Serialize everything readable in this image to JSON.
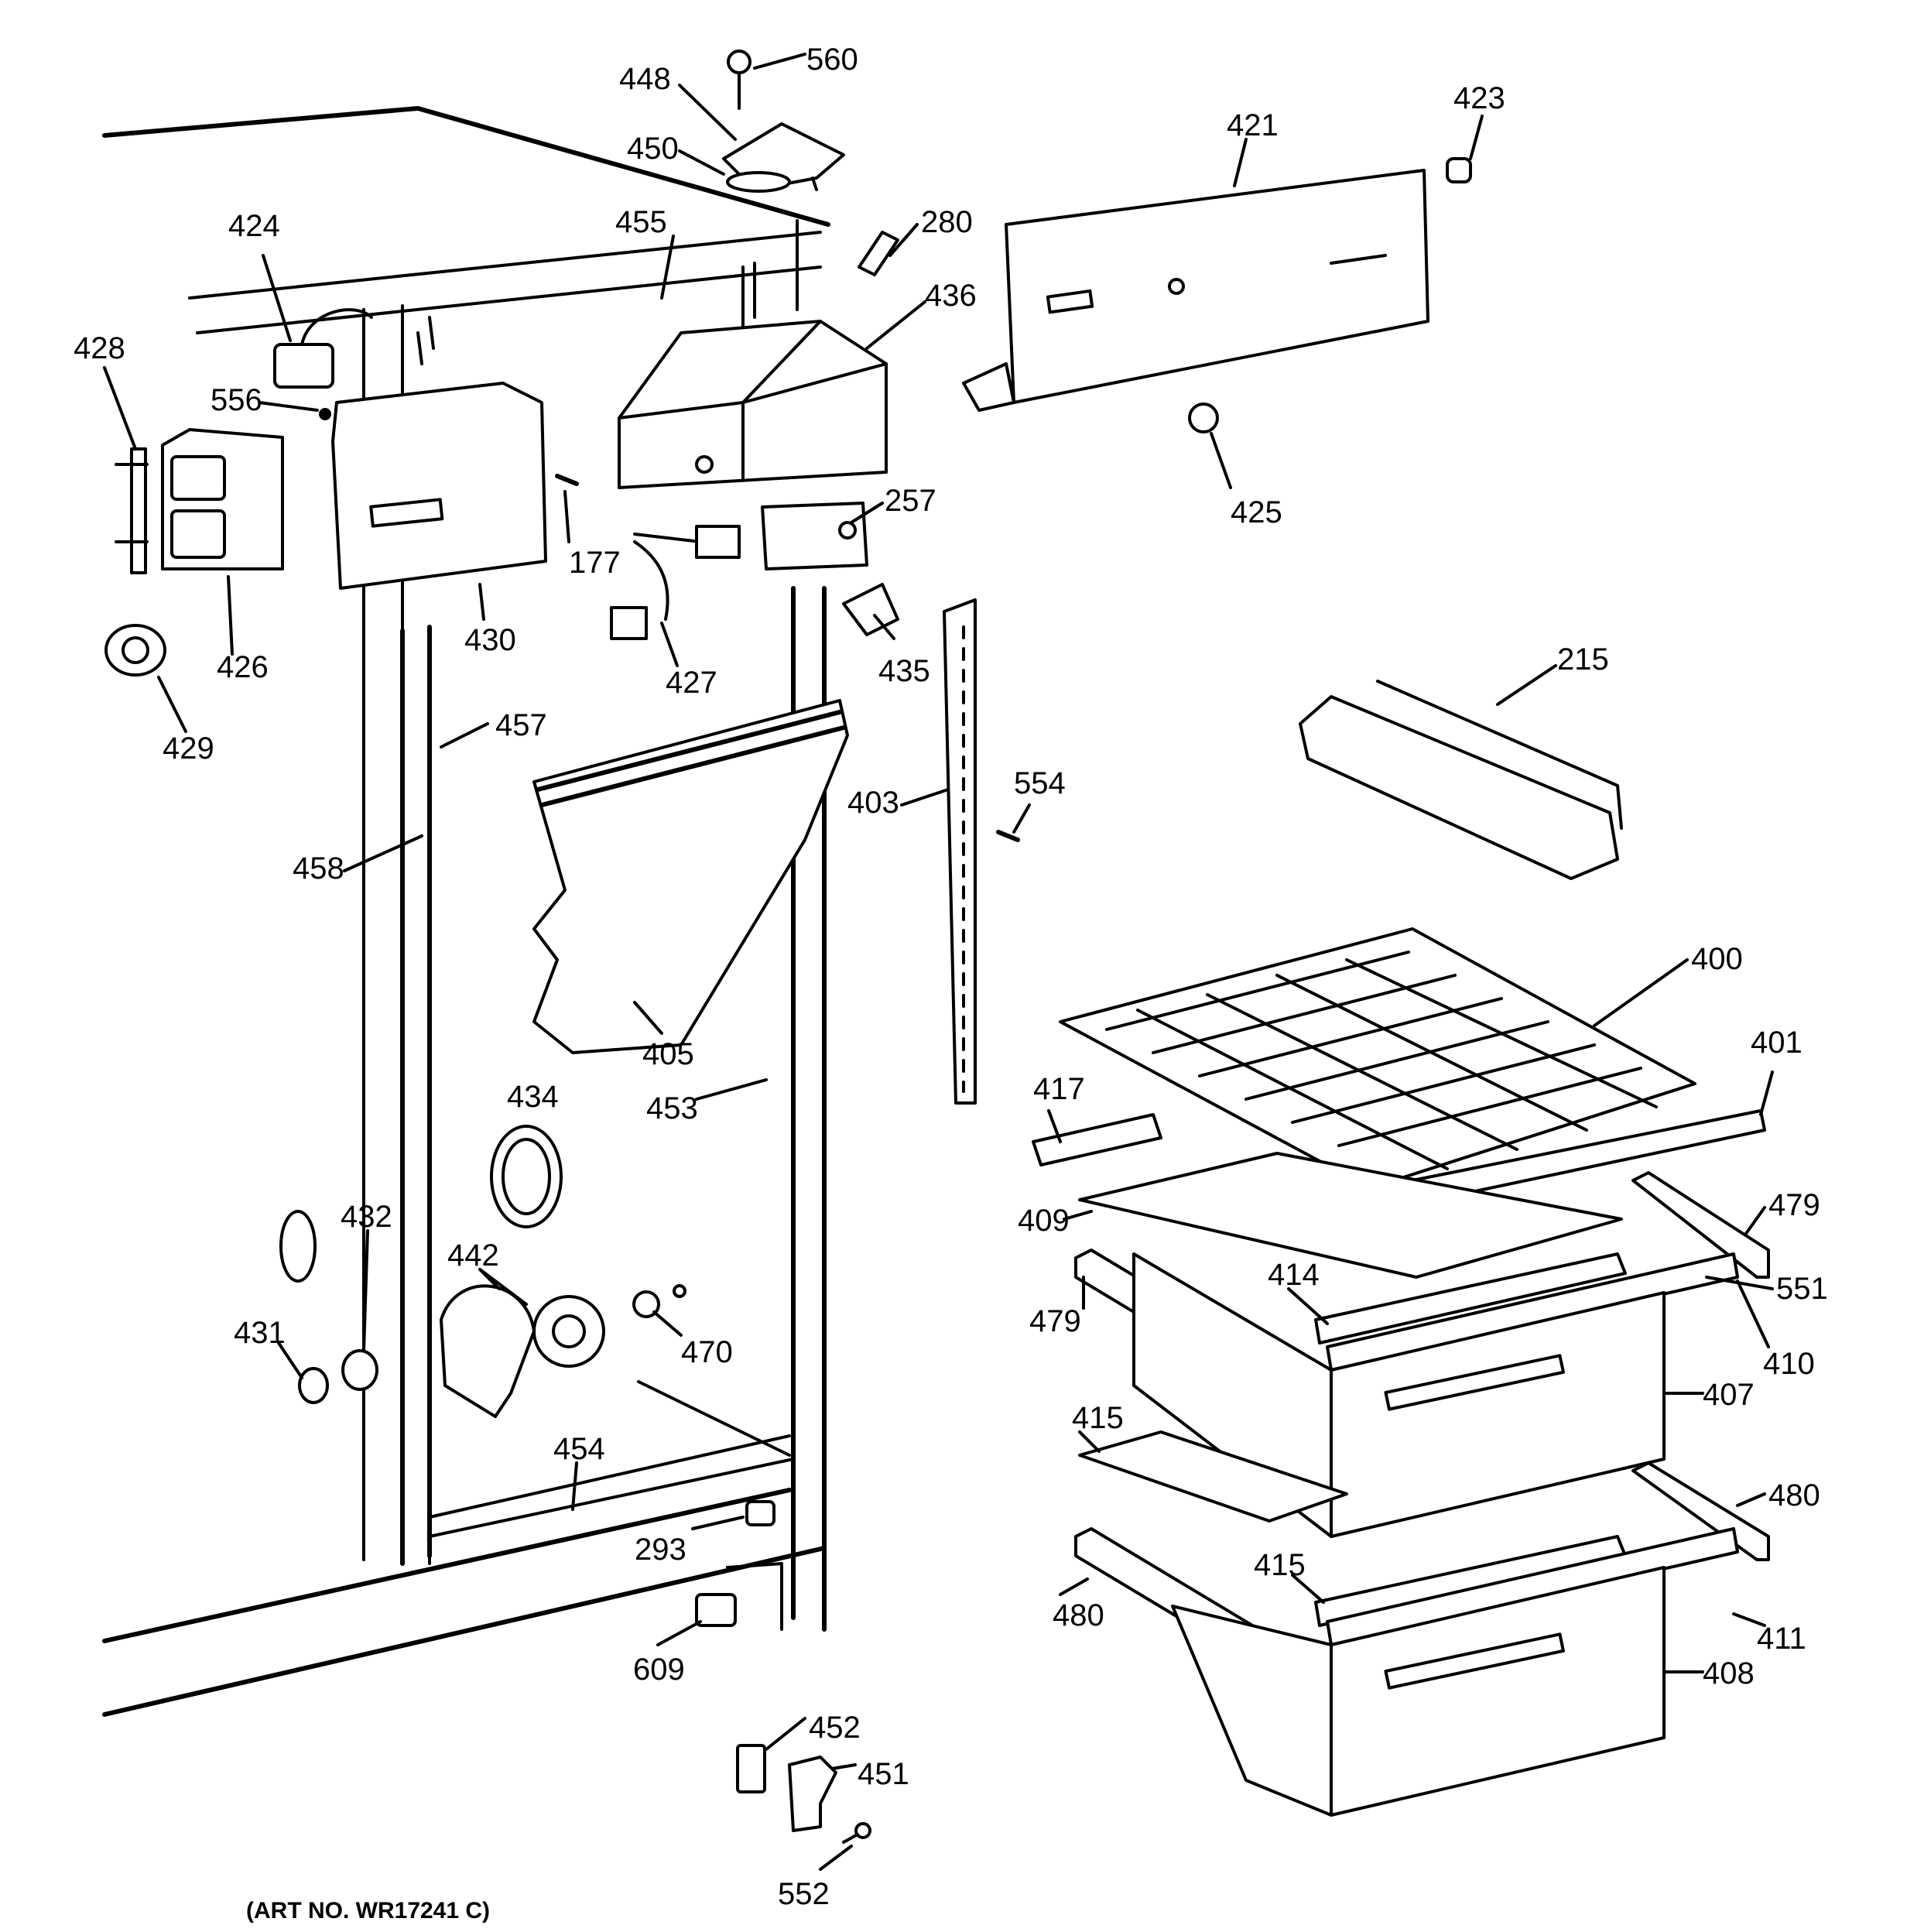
{
  "caption": "(ART NO. WR17241 C)",
  "callouts": {
    "p560": "560",
    "p448": "448",
    "p450": "450",
    "p421": "421",
    "p423": "423",
    "p424": "424",
    "p455": "455",
    "p280": "280",
    "p436": "436",
    "p428": "428",
    "p556": "556",
    "p177": "177",
    "p425": "425",
    "p257": "257",
    "p426": "426",
    "p430": "430",
    "p427": "427",
    "p435": "435",
    "p429": "429",
    "p457": "457",
    "p215": "215",
    "p554": "554",
    "p403": "403",
    "p458": "458",
    "p400": "400",
    "p405": "405",
    "p453": "453",
    "p401": "401",
    "p434": "434",
    "p417": "417",
    "p479a": "479",
    "p409": "409",
    "p432": "432",
    "p442": "442",
    "p414": "414",
    "p551": "551",
    "p479b": "479",
    "p431": "431",
    "p470": "470",
    "p410": "410",
    "p407": "407",
    "p415a": "415",
    "p454": "454",
    "p480a": "480",
    "p293": "293",
    "p415b": "415",
    "p480b": "480",
    "p411": "411",
    "p609": "609",
    "p408": "408",
    "p452": "452",
    "p451": "451",
    "p552": "552"
  }
}
